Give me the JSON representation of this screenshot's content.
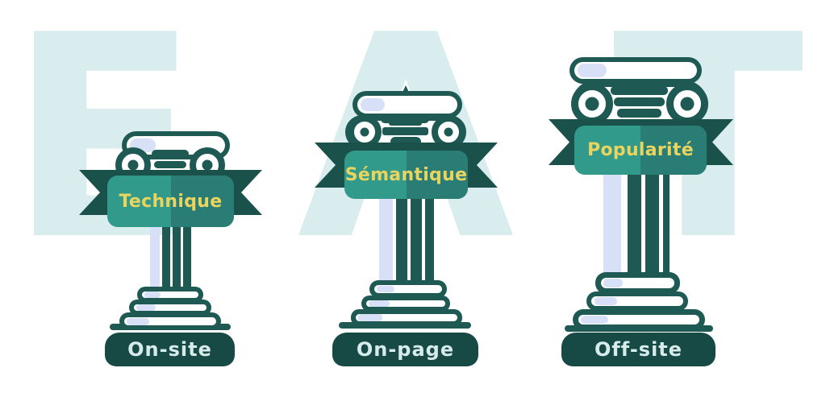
{
  "letters": {
    "first": "E",
    "second": "A",
    "third": "T"
  },
  "pillars": [
    {
      "banner_label": "Technique",
      "plinth_label": "On-site"
    },
    {
      "banner_label": "Sémantique",
      "plinth_label": "On-page"
    },
    {
      "banner_label": "Popularité",
      "plinth_label": "Off-site"
    }
  ],
  "colors": {
    "letter": "#d9edee",
    "outline": "#1e5a53",
    "ribbon": "#1a514b",
    "plinth": "#174945",
    "panel-left": "#319a8b",
    "panel-right": "#2a7d74",
    "label-yellow": "#e9d45f",
    "plinth-text": "#d7ebea",
    "highlight": "#d7e0f6",
    "fill-white": "#ffffff"
  }
}
